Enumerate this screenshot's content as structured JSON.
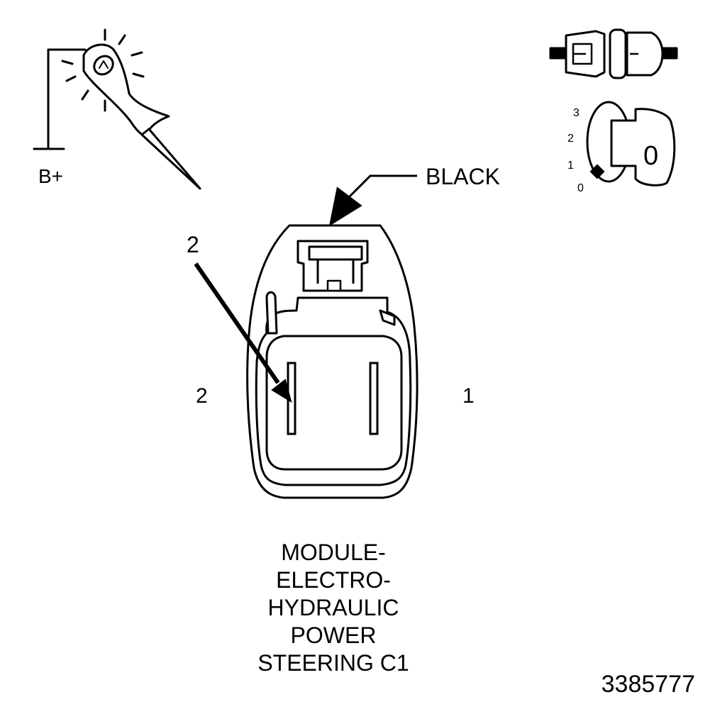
{
  "probe": {
    "supply_label": "B+",
    "icon": "test-light-probe-icon"
  },
  "ignition": {
    "connector_icon": "disconnected-connector-icon",
    "key_icon": "ignition-key-icon",
    "positions": [
      "3",
      "2",
      "1",
      "0"
    ],
    "key_letter": "0"
  },
  "connector": {
    "color_callout": "BLACK",
    "terminal_callout": "2",
    "left_cavity_label": "2",
    "right_cavity_label": "1"
  },
  "caption": {
    "lines": [
      "MODULE-",
      "ELECTRO-",
      "HYDRAULIC",
      "POWER",
      "STEERING C1"
    ]
  },
  "figure_number": "3385777"
}
